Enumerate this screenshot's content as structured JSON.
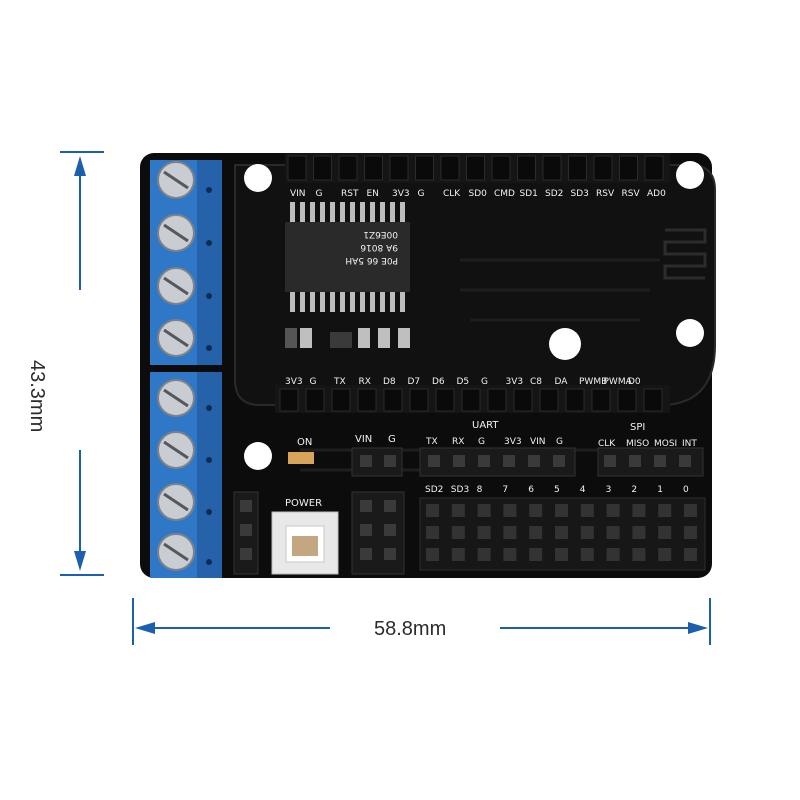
{
  "dimensions": {
    "height": "43.3mm",
    "width": "58.8mm"
  },
  "board": {
    "top_header_labels": [
      "VIN",
      "G",
      "RST",
      "EN",
      "3V3",
      "G",
      "CLK",
      "SD0",
      "CMD",
      "SD1",
      "SD2",
      "SD3",
      "RSV",
      "RSV",
      "AD0"
    ],
    "bottom_header_labels": [
      "3V3",
      "G",
      "TX",
      "RX",
      "D8",
      "D7",
      "D6",
      "D5",
      "G",
      "3V3",
      "C8",
      "DA",
      "PWMB",
      "PWMA",
      "D0"
    ],
    "chip_marking": [
      "00E6Z1",
      "9A 8016",
      "P0E 66 5AH"
    ],
    "on_label": "ON",
    "power_label": "POWER",
    "vin_label": "VIN",
    "g_label": "G",
    "uart_label": "UART",
    "uart_pins": [
      "TX",
      "RX",
      "G",
      "3V3",
      "VIN",
      "G"
    ],
    "spi_label": "SPI",
    "spi_pins": [
      "CLK",
      "MISO",
      "MOSI",
      "INT"
    ],
    "sd_labels": [
      "SD2",
      "SD3",
      "8",
      "7",
      "6",
      "5",
      "4",
      "3",
      "2",
      "1",
      "0"
    ]
  },
  "colors": {
    "pcb": "#0c0c0c",
    "terminal": "#2f78c8",
    "dimension_line": "#1b5fae"
  }
}
